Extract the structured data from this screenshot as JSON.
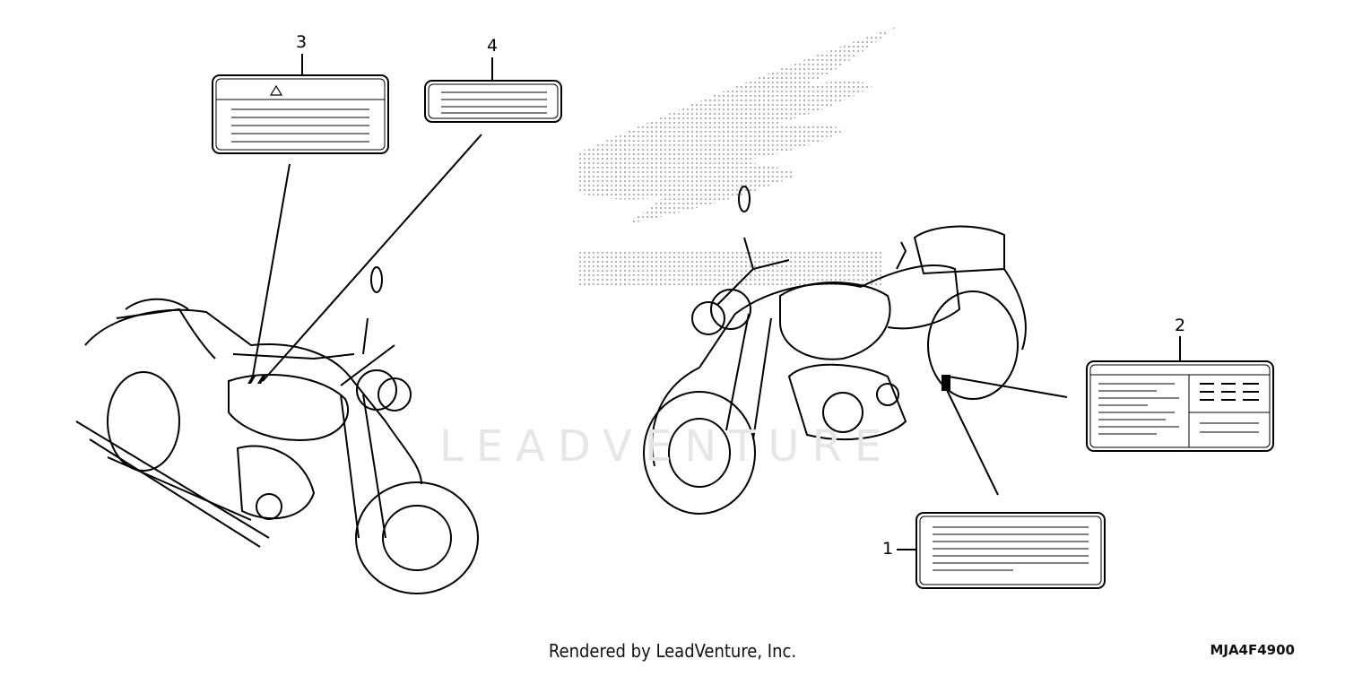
{
  "diagram": {
    "callouts": [
      {
        "id": "1",
        "label": "1"
      },
      {
        "id": "2",
        "label": "2"
      },
      {
        "id": "3",
        "label": "3"
      },
      {
        "id": "4",
        "label": "4"
      }
    ],
    "watermark_text": "LEADVENTURE",
    "footer_credit": "Rendered by LeadVenture, Inc.",
    "diagram_code": "MJA4F4900"
  }
}
